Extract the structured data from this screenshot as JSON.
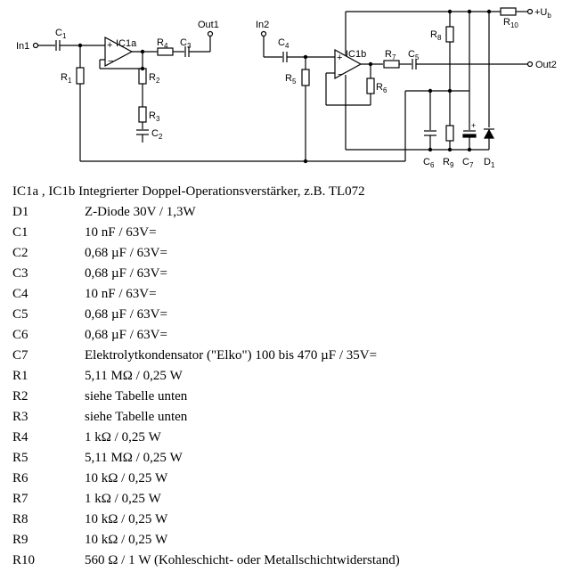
{
  "schematic": {
    "labels": {
      "in1": "In1",
      "in2": "In2",
      "out1": "Out1",
      "out2": "Out2",
      "ub": "+U",
      "ub_sub": "b",
      "ic1a": "IC1a",
      "ic1b": "IC1b",
      "c1": "C",
      "c1_sub": "1",
      "c2": "C",
      "c2_sub": "2",
      "c3": "C",
      "c3_sub": "3",
      "c4": "C",
      "c4_sub": "4",
      "c5": "C",
      "c5_sub": "5",
      "c6": "C",
      "c6_sub": "6",
      "c7": "C",
      "c7_sub": "7",
      "r1": "R",
      "r1_sub": "1",
      "r2": "R",
      "r2_sub": "2",
      "r3": "R",
      "r3_sub": "3",
      "r4": "R",
      "r4_sub": "4",
      "r5": "R",
      "r5_sub": "5",
      "r6": "R",
      "r6_sub": "6",
      "r7": "R",
      "r7_sub": "7",
      "r8": "R",
      "r8_sub": "8",
      "r9": "R",
      "r9_sub": "9",
      "r10": "R",
      "r10_sub": "10",
      "d1": "D",
      "d1_sub": "1"
    }
  },
  "parts_intro": {
    "ref": "IC1a , IC1b",
    "desc": "Integrierter Doppel-Operationsverstärker, z.B. TL072"
  },
  "parts": [
    {
      "ref": "D1",
      "desc": "Z-Diode 30V / 1,3W"
    },
    {
      "ref": "C1",
      "desc": "10 nF / 63V="
    },
    {
      "ref": "C2",
      "desc": "0,68 µF / 63V="
    },
    {
      "ref": "C3",
      "desc": "0,68 µF / 63V="
    },
    {
      "ref": "C4",
      "desc": "10 nF / 63V="
    },
    {
      "ref": "C5",
      "desc": "0,68 µF / 63V="
    },
    {
      "ref": "C6",
      "desc": "0,68 µF / 63V="
    },
    {
      "ref": "C7",
      "desc": "Elektrolytkondensator (\"Elko\") 100 bis 470 µF / 35V="
    },
    {
      "ref": "R1",
      "desc": "5,11 MΩ / 0,25 W"
    },
    {
      "ref": "R2",
      "desc": "siehe Tabelle unten"
    },
    {
      "ref": "R3",
      "desc": "siehe Tabelle unten"
    },
    {
      "ref": "R4",
      "desc": "1 kΩ / 0,25 W"
    },
    {
      "ref": "R5",
      "desc": "5,11 MΩ / 0,25 W"
    },
    {
      "ref": "R6",
      "desc": "10 kΩ / 0,25 W"
    },
    {
      "ref": "R7",
      "desc": "1 kΩ / 0,25 W"
    },
    {
      "ref": "R8",
      "desc": "10 kΩ / 0,25 W"
    },
    {
      "ref": "R9",
      "desc": "10 kΩ / 0,25 W"
    },
    {
      "ref": "R10",
      "desc": "560 Ω / 1 W (Kohleschicht- oder Metallschichtwiderstand)"
    }
  ]
}
